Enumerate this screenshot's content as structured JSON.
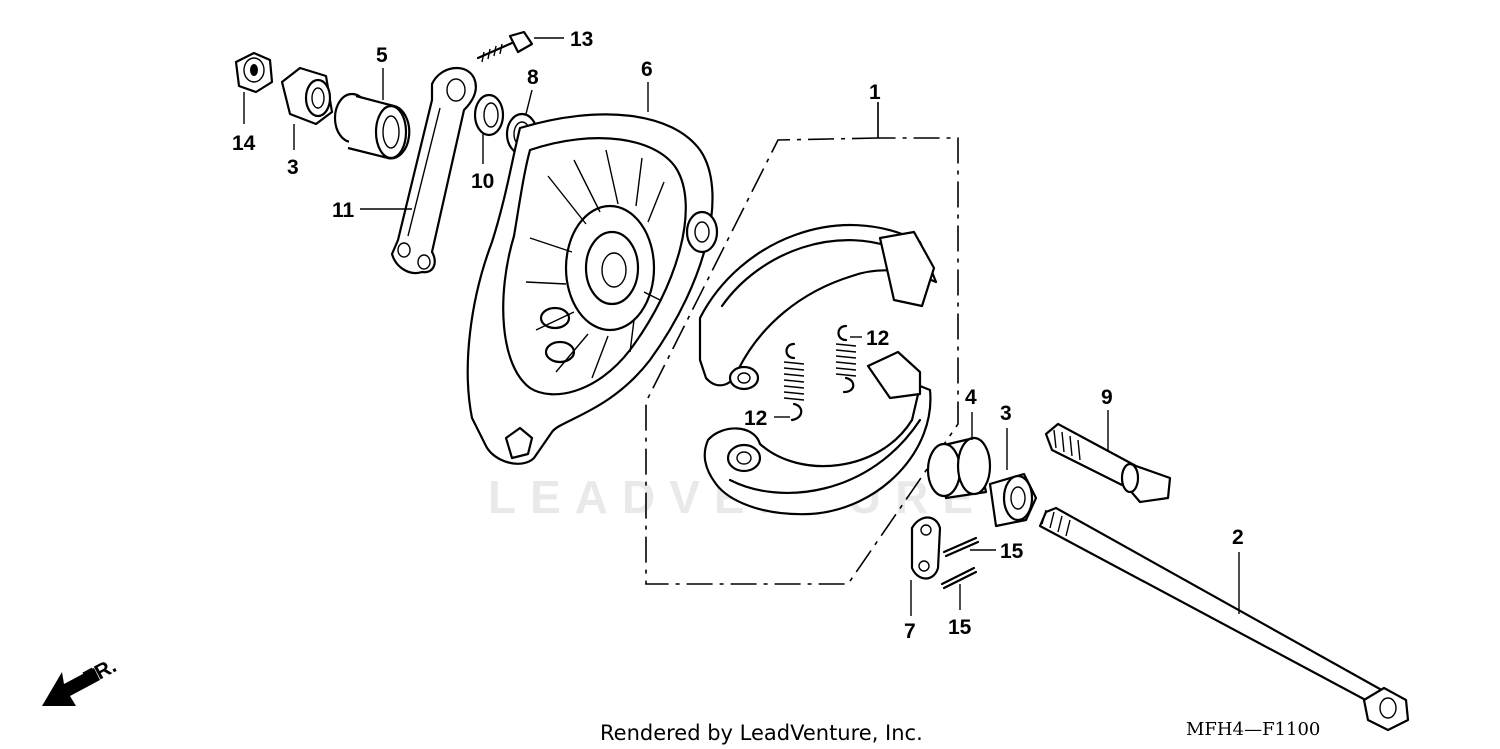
{
  "watermark": "LEADVENTURE",
  "credit": "Rendered by LeadVenture, Inc.",
  "diagram_code": "MFH4—F1100",
  "direction_label": "FR.",
  "callouts": {
    "c1": "1",
    "c2": "2",
    "c3a": "3",
    "c3b": "3",
    "c4": "4",
    "c5": "5",
    "c6": "6",
    "c7": "7",
    "c8": "8",
    "c9": "9",
    "c10": "10",
    "c11": "11",
    "c12a": "12",
    "c12b": "12",
    "c13": "13",
    "c14": "14",
    "c15a": "15",
    "c15b": "15"
  }
}
